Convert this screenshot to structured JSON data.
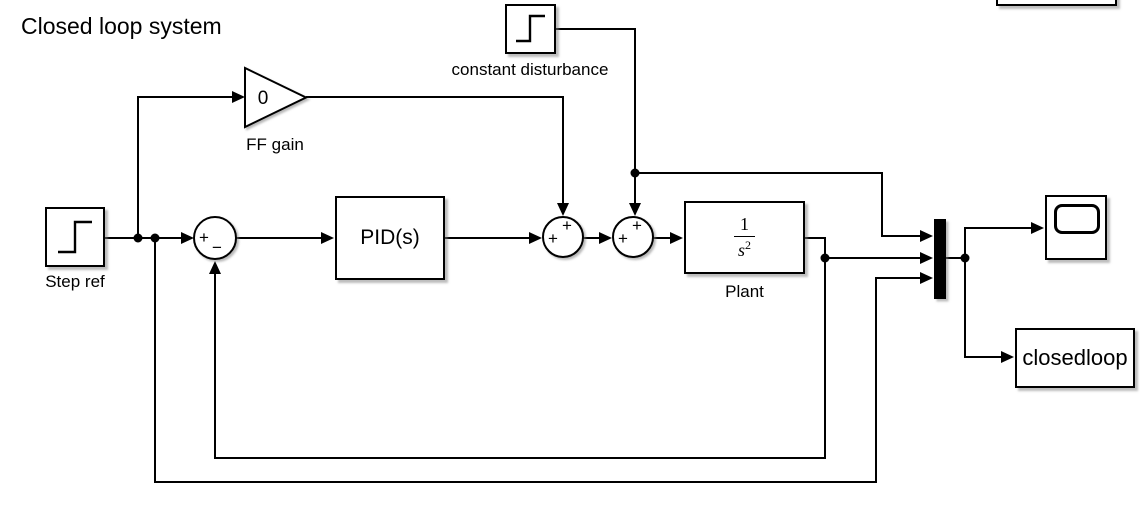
{
  "title": "Closed loop system",
  "colors": {
    "background": "#ffffff",
    "line": "#000000",
    "block_fill": "#ffffff",
    "block_border": "#000000",
    "mux_fill": "#000000"
  },
  "blocks": {
    "step_ref": {
      "label": "Step ref"
    },
    "constant_disturbance": {
      "label": "constant disturbance"
    },
    "ff_gain": {
      "label": "FF gain",
      "gain_value": "0"
    },
    "sum_error": {
      "left_sign": "+",
      "bottom_sign": "−"
    },
    "pid": {
      "text": "PID(s)"
    },
    "sum_ff": {
      "top_sign": "+",
      "left_sign": "+"
    },
    "sum_disturbance": {
      "top_sign": "+",
      "left_sign": "+"
    },
    "plant": {
      "label": "Plant",
      "numerator": "1",
      "denominator_base": "s",
      "denominator_exponent": "2"
    },
    "to_workspace": {
      "label": "closedloop"
    }
  }
}
